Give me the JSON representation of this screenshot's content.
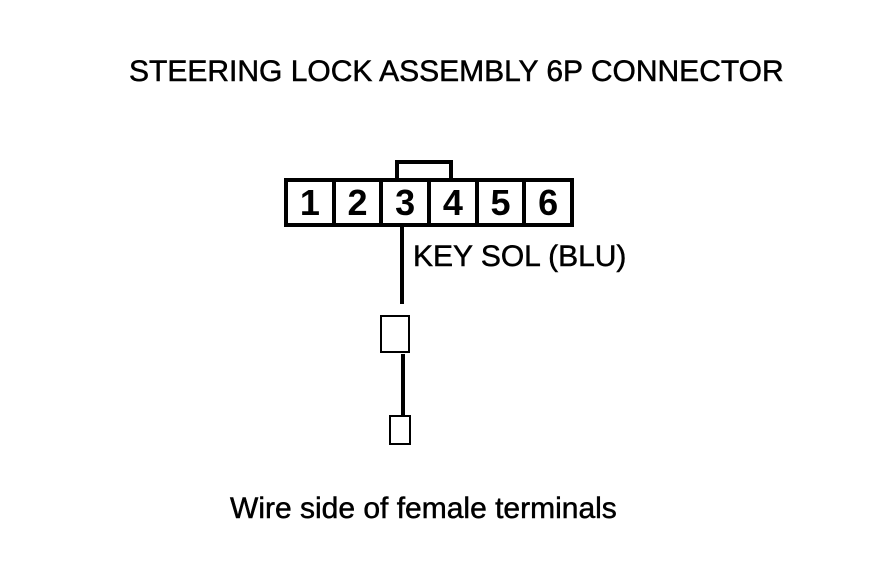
{
  "page": {
    "background_color": "#ffffff",
    "ink_color": "#000000",
    "title": "STEERING LOCK ASSEMBLY 6P CONNECTOR",
    "footer_note": "Wire side of female terminals"
  },
  "connector": {
    "pin_count": 6,
    "pins": [
      "1",
      "2",
      "3",
      "4",
      "5",
      "6"
    ],
    "tab_position": "top-center between pins 3 and 4"
  },
  "wire": {
    "from_pin": "3",
    "label": "KEY SOL (BLU)"
  }
}
